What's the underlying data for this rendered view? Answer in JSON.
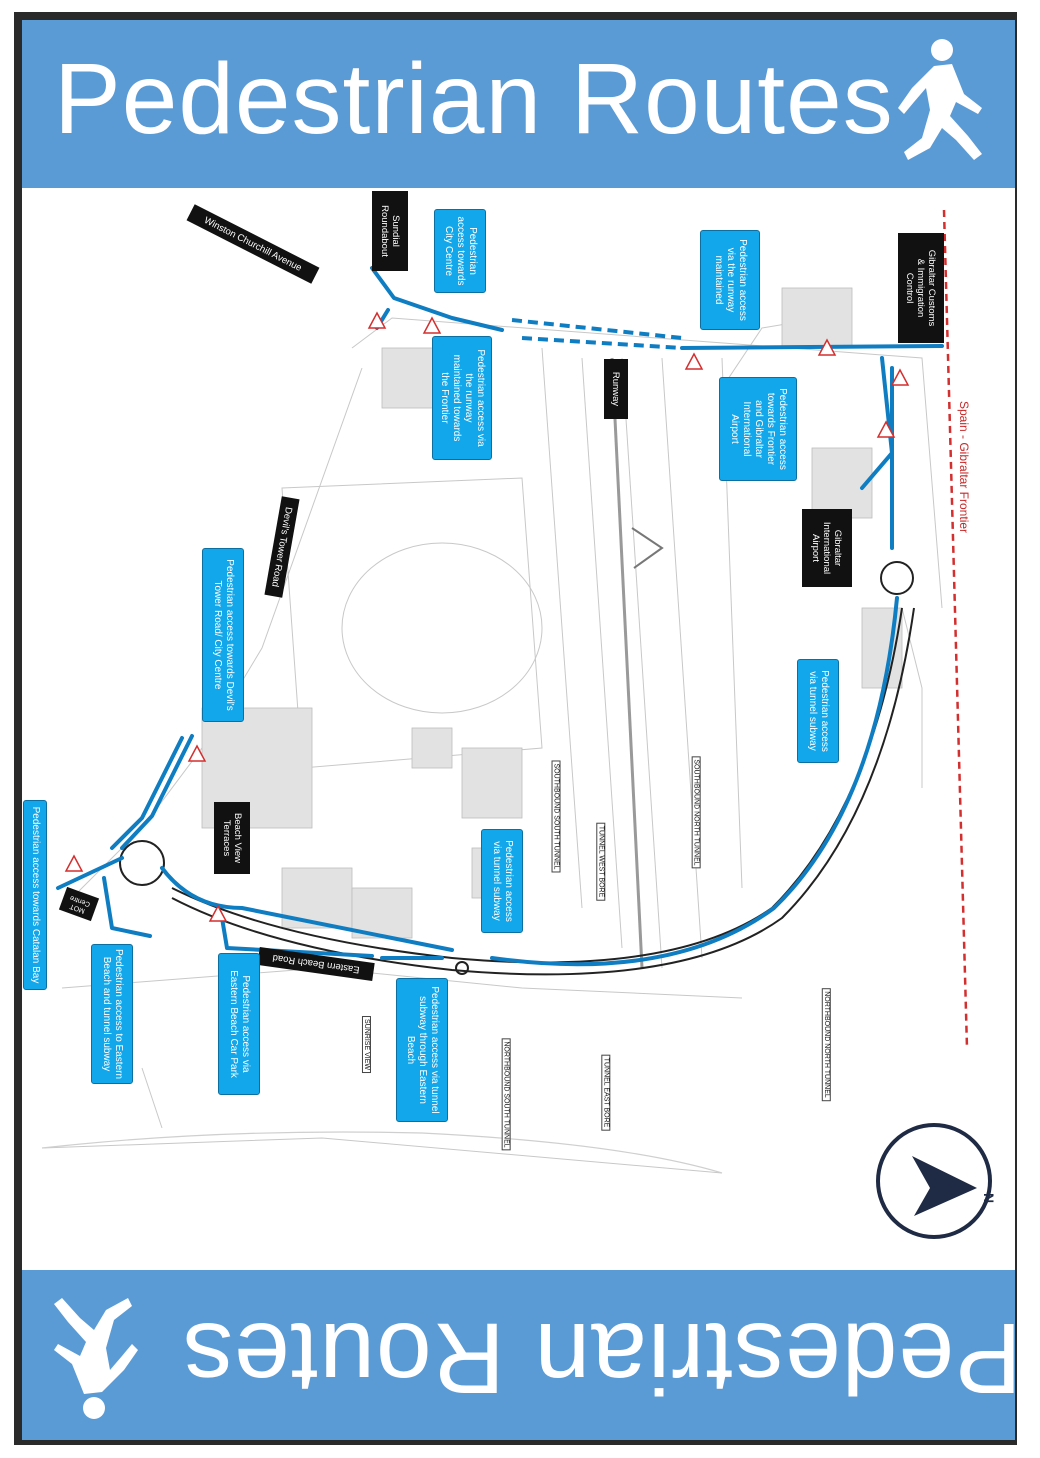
{
  "title": "Pedestrian Routes",
  "colors": {
    "banner": "#5b9bd5",
    "route": "#12a7ea",
    "frontier": "#d32f2f",
    "label_bg": "#111111"
  },
  "icons": {
    "walker": "walking-person-icon",
    "compass": "north-compass-icon"
  },
  "road_labels": {
    "winston": "Winston Churchill Avenue",
    "devils": "Devil's Tower Road",
    "eastern_beach": "Eastern Beach Road",
    "runway": "Runway",
    "sundial": "Sundial\nRoundabout",
    "customs": "Gibraltar Customs\n& Immigration\nControl",
    "airport": "Gibraltar\nInternational\nAirport",
    "beach_view": "Beach View\nTerraces",
    "mot": "MOT\nCentre"
  },
  "frontier": "Spain - Gibraltar Frontier",
  "callouts": {
    "c1": "Pedestrian\naccess towards\nCity Centre",
    "c2": "Pedestrian access\nvia the runway\nmaintained",
    "c3": "Pedestrian access via\nthe runway\nmaintained towards\nthe Frontier",
    "c4": "Pedestrian access\ntowards Frontier\nand Gibraltar\nInternational\nAirport",
    "c5": "Pedestrian access towards Devil's\nTower Road/ City Centre",
    "c6": "Pedestrian access\nvia tunnel subway",
    "c7": "Pedestrian access\nvia tunnel subway",
    "c8": "Pedestrian access towards Catalan Bay",
    "c9": "Pedestrian access to Eastern\nBeach and tunnel subway",
    "c10": "Pedestrian access via\nEastern Beach Car Park",
    "c11": "Pedestrian access via tunnel\nsubway through Eastern\nBeach"
  },
  "tunnel_labels": {
    "sb_south": "SOUTHBOUND SOUTH TUNNEL",
    "sb_north": "SOUTHBOUND NORTH TUNNEL",
    "tunnel_west": "TUNNEL WEST BORE",
    "tunnel_east": "TUNNEL EAST BORE",
    "nb_south": "NORTHBOUND SOUTH TUNNEL",
    "nb_north": "NORTHBOUND NORTH TUNNEL",
    "sunrise": "SUNRISE VIEW"
  },
  "compass_letter": "N"
}
